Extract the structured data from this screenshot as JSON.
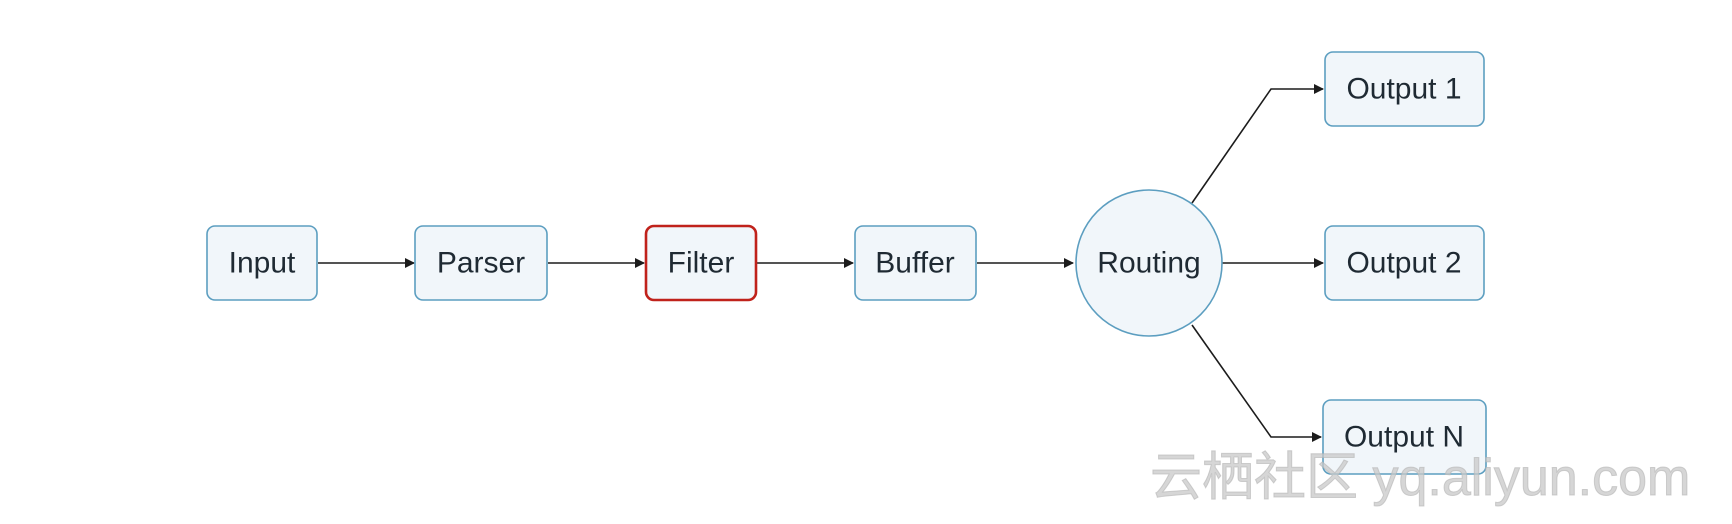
{
  "diagram": {
    "nodes": {
      "input": "Input",
      "parser": "Parser",
      "filter": "Filter",
      "buffer": "Buffer",
      "routing": "Routing",
      "output1": "Output 1",
      "output2": "Output 2",
      "outputN": "Output N"
    },
    "edges": [
      [
        "input",
        "parser"
      ],
      [
        "parser",
        "filter"
      ],
      [
        "filter",
        "buffer"
      ],
      [
        "buffer",
        "routing"
      ],
      [
        "routing",
        "output1"
      ],
      [
        "routing",
        "output2"
      ],
      [
        "routing",
        "outputN"
      ]
    ],
    "highlighted_node": "filter",
    "colors": {
      "node_fill": "#f1f6fa",
      "node_border": "#5c9ec0",
      "highlight_border": "#c0221b",
      "edge": "#1c1c1c"
    }
  },
  "watermark": {
    "text": "云栖社区 yq.aliyun.com"
  }
}
